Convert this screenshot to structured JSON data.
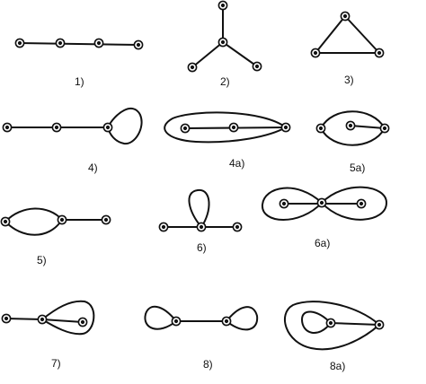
{
  "figure": {
    "colors": {
      "stroke": "#111111",
      "background": "#ffffff"
    },
    "graphs": [
      {
        "id": "g1",
        "label": "1)"
      },
      {
        "id": "g2",
        "label": "2)"
      },
      {
        "id": "g3",
        "label": "3)"
      },
      {
        "id": "g4",
        "label": "4)"
      },
      {
        "id": "g4a",
        "label": "4a)"
      },
      {
        "id": "g5a",
        "label": "5a)"
      },
      {
        "id": "g5",
        "label": "5)"
      },
      {
        "id": "g6",
        "label": "6)"
      },
      {
        "id": "g6a",
        "label": "6a)"
      },
      {
        "id": "g7",
        "label": "7)"
      },
      {
        "id": "g8",
        "label": "8)"
      },
      {
        "id": "g8a",
        "label": "8a)"
      }
    ]
  }
}
